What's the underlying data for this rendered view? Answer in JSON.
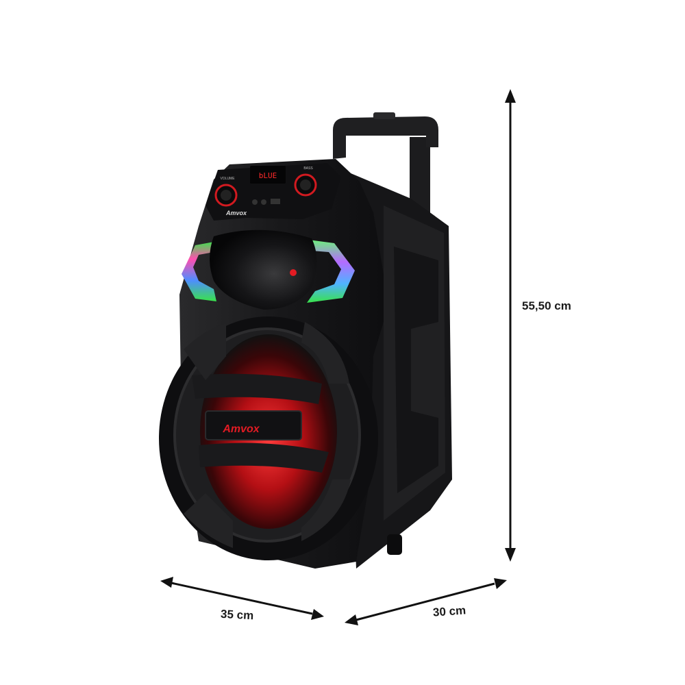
{
  "product": {
    "brand": "Amvox",
    "panel_display": "bLUE",
    "knob_labels": {
      "left": "VOLUME",
      "right": "BASS"
    }
  },
  "dimensions": {
    "height": "55,50 cm",
    "width": "35 cm",
    "depth": "30 cm"
  },
  "colors": {
    "background": "#ffffff",
    "body": "#1b1b1d",
    "accent_red": "#e31b23",
    "dimension_lines": "#111111"
  }
}
